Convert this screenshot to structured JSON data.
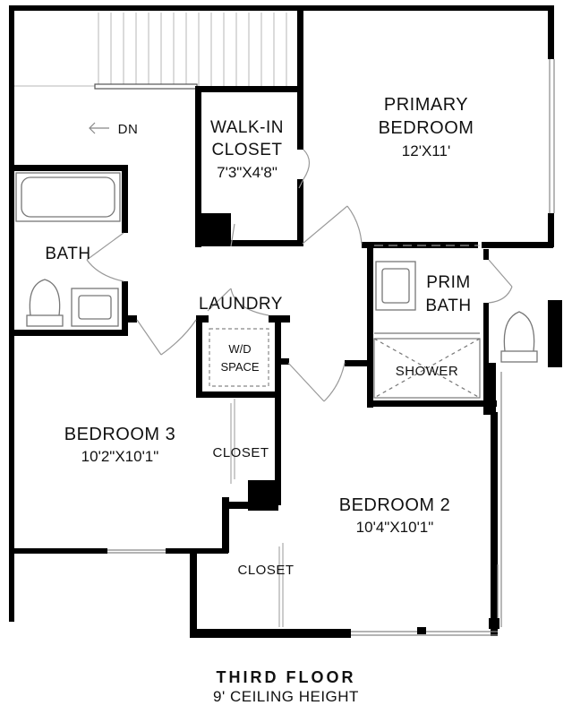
{
  "floor": {
    "title": "THIRD FLOOR",
    "subtitle": "9' CEILING HEIGHT"
  },
  "rooms": {
    "primary_bedroom": {
      "line1": "PRIMARY",
      "line2": "BEDROOM",
      "dims": "12'X11'"
    },
    "walk_in_closet": {
      "line1": "WALK-IN",
      "line2": "CLOSET",
      "dims": "7'3\"X4'8\""
    },
    "bath": {
      "name": "BATH"
    },
    "laundry": {
      "name": "LAUNDRY"
    },
    "wd_space": {
      "line1": "W/D",
      "line2": "SPACE"
    },
    "prim_bath": {
      "line1": "PRIM",
      "line2": "BATH"
    },
    "shower": {
      "name": "SHOWER"
    },
    "bedroom3": {
      "name": "BEDROOM 3",
      "dims": "10'2\"X10'1\""
    },
    "bedroom3_closet": {
      "name": "CLOSET"
    },
    "bedroom2": {
      "name": "BEDROOM 2",
      "dims": "10'4\"X10'1\""
    },
    "bedroom2_closet": {
      "name": "CLOSET"
    }
  },
  "stairs": {
    "label": "DN"
  }
}
